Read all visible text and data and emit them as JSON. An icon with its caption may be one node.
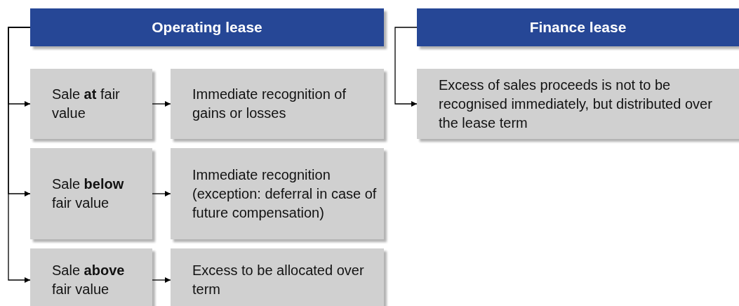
{
  "diagram": {
    "nodes": [
      {
        "text": [
          "Operating lease"
        ]
      },
      {
        "text": [
          "Finance lease"
        ]
      },
      {
        "text": [
          "Sale **at** fair value"
        ]
      },
      {
        "text": [
          "Immediate recognition of gains or losses"
        ]
      },
      {
        "text": [
          "Excess of sales proceeds is not to be recognised immediately, but distributed over the lease term"
        ]
      },
      {
        "text": [
          "Sale **below** fair value"
        ]
      },
      {
        "text": [
          "Immediate recognition (exception: deferral in case of future compensation)"
        ]
      },
      {
        "text": [
          "Sale **above** fair value"
        ]
      },
      {
        "text": [
          "Excess to be allocated over term"
        ]
      }
    ],
    "edges": [
      {
        "from": 0,
        "to": 2,
        "arrow": "to"
      },
      {
        "from": 0,
        "to": 5,
        "arrow": "to"
      },
      {
        "from": 0,
        "to": 7,
        "arrow": "to"
      },
      {
        "from": 2,
        "to": 3,
        "arrow": "to"
      },
      {
        "from": 5,
        "to": 6,
        "arrow": "to"
      },
      {
        "from": 7,
        "to": 8,
        "arrow": "to"
      },
      {
        "from": 1,
        "to": 4,
        "arrow": "to"
      }
    ]
  }
}
